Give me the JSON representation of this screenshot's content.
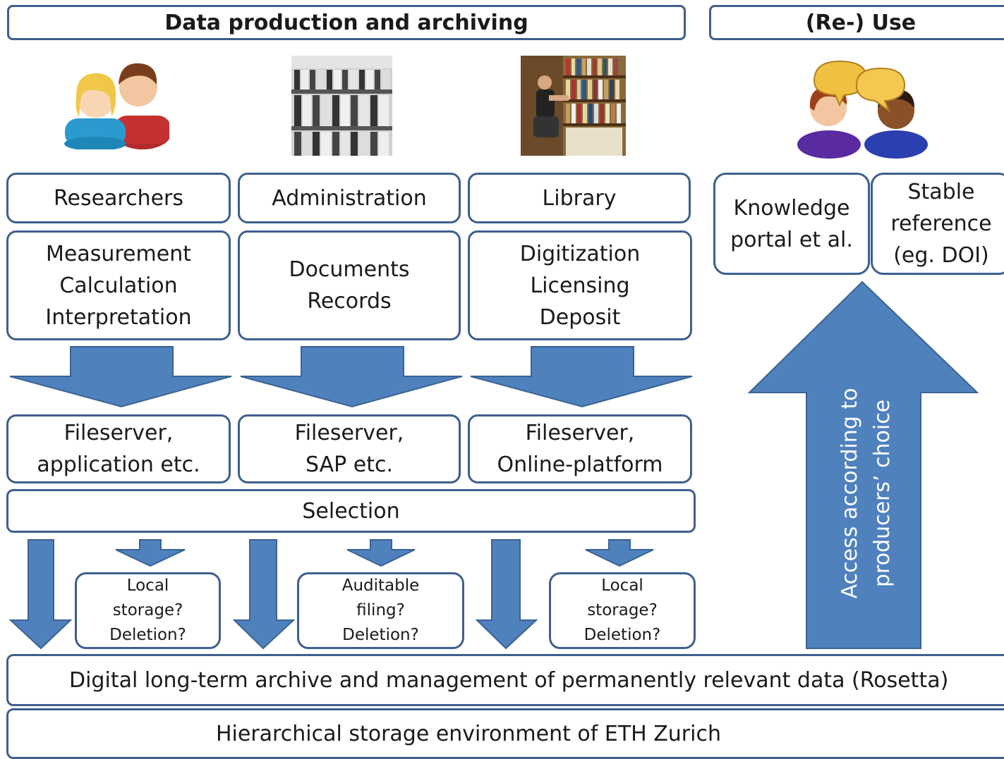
{
  "headers": {
    "production": "Data production and archiving",
    "reuse": "(Re-) Use"
  },
  "icons": {
    "researchers": "two-people-icon",
    "administration": "file-shelves-photo",
    "library": "library-photo",
    "reuse": "people-talking-icon"
  },
  "actors": [
    {
      "name": "Researchers",
      "activities": [
        "Measurement",
        "Calculation",
        "Interpretation"
      ],
      "target": [
        "Fileserver,",
        "application etc."
      ]
    },
    {
      "name": "Administration",
      "activities": [
        "Documents",
        "Records"
      ],
      "target": [
        "Fileserver,",
        "SAP etc."
      ]
    },
    {
      "name": "Library",
      "activities": [
        "Digitization",
        "Licensing",
        "Deposit"
      ],
      "target": [
        "Fileserver,",
        "Online-platform"
      ]
    }
  ],
  "selection": "Selection",
  "side_boxes": [
    [
      "Local",
      "storage?",
      "Deletion?"
    ],
    [
      "Auditable",
      "filing?",
      "Deletion?"
    ],
    [
      "Local",
      "storage?",
      "Deletion?"
    ]
  ],
  "reuse_boxes": [
    [
      "Knowledge",
      "portal et al."
    ],
    [
      "Stable",
      "reference",
      "(eg. DOI)"
    ]
  ],
  "access_arrow_text": [
    "Access according to",
    "producers’ choice"
  ],
  "archive": "Digital long-term archive and management of permanently relevant data (Rosetta)",
  "storage": "Hierarchical storage environment of ETH Zurich",
  "colors": {
    "arrow_fill": "#4f81bd",
    "arrow_stroke": "#3a6394",
    "box_border": "#3e5f8f"
  }
}
